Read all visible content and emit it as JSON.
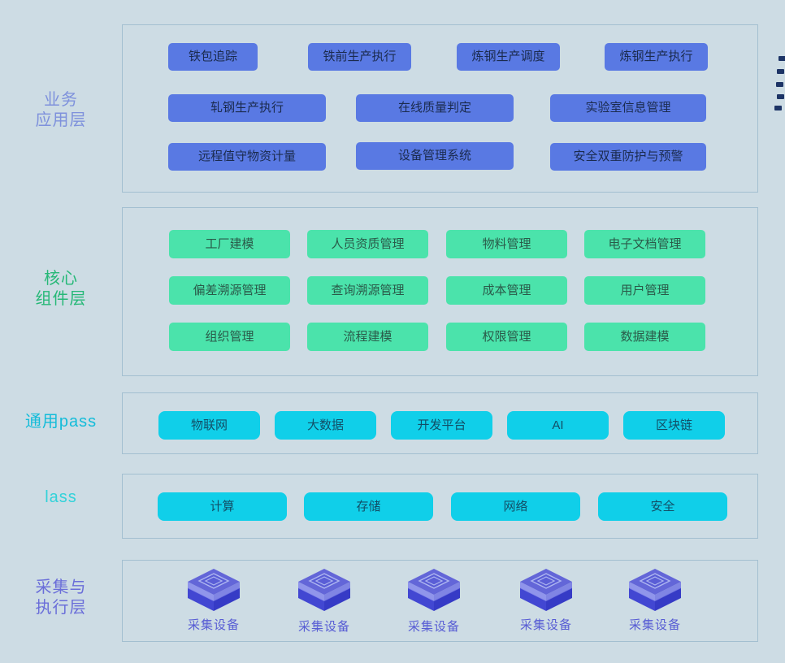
{
  "business": {
    "label_line1": "业务",
    "label_line2": "应用层",
    "row1": [
      "铁包追踪",
      "铁前生产执行",
      "炼钢生产调度",
      "炼钢生产执行"
    ],
    "row2": [
      "轧钢生产执行",
      "在线质量判定",
      "实验室信息管理"
    ],
    "row3": [
      "远程值守物资计量",
      "设备管理系统",
      "安全双重防护与预警"
    ]
  },
  "core": {
    "label_line1": "核心",
    "label_line2": "组件层",
    "row1": [
      "工厂建模",
      "人员资质管理",
      "物料管理",
      "电子文档管理"
    ],
    "row2": [
      "偏差溯源管理",
      "查询溯源管理",
      "成本管理",
      "用户管理"
    ],
    "row3": [
      "组织管理",
      "流程建模",
      "权限管理",
      "数据建模"
    ]
  },
  "paas": {
    "label": "通用pass",
    "buttons": [
      "物联网",
      "大数据",
      "开发平台",
      "AI",
      "区块链"
    ]
  },
  "iaas": {
    "label": "lass",
    "buttons": [
      "计算",
      "存储",
      "网络",
      "安全"
    ]
  },
  "device": {
    "label_line1": "采集与",
    "label_line2": "执行层",
    "device_label": "采集设备",
    "device_count": 5
  },
  "colors": {
    "page_background": "#cddce4",
    "panel_border": "#82a8c0",
    "business_button": "#5979e3",
    "core_button": "#4be3ab",
    "paas_iaas_button": "#10cfe9",
    "business_label": "#7e91dc",
    "core_label": "#26b877",
    "paas_label": "#13bcd9",
    "iaas_label": "#32d2d9",
    "device_label_color": "#6a6ed9",
    "cube_top": "#6366d8",
    "cube_body": "#4247d2",
    "edge_marks": "#1d3466"
  }
}
